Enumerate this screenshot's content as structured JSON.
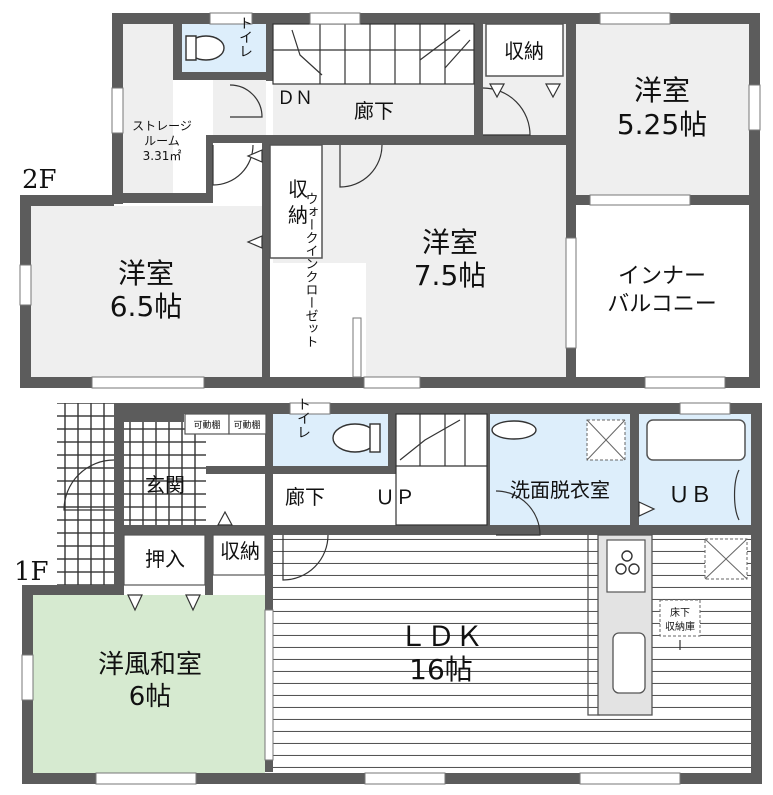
{
  "floors": {
    "second": {
      "label": "2F"
    },
    "first": {
      "label": "1F"
    }
  },
  "rooms_2f": {
    "toilet": "トイレ",
    "stairs_dn": "ＤＮ",
    "hallway": "廊下",
    "storage_top": "収納",
    "western_525": {
      "name": "洋室",
      "size": "5.25帖"
    },
    "storage_room": {
      "line1": "ストレージ",
      "line2": "ルーム",
      "line3": "3.31㎡"
    },
    "storage_mid_1": "収",
    "storage_mid_2": "納",
    "western_75": {
      "name": "洋室",
      "size": "7.5帖"
    },
    "western_65": {
      "name": "洋室",
      "size": "6.5帖"
    },
    "walkin_closet": "ウォークインクローゼット",
    "inner_balcony": {
      "line1": "インナー",
      "line2": "バルコニー"
    }
  },
  "rooms_1f": {
    "shelf_1": "可動棚",
    "shelf_2": "可動棚",
    "toilet": "トイレ",
    "entrance": "玄関",
    "hallway": "廊下",
    "stairs_up": "ＵＰ",
    "washroom": "洗面脱衣室",
    "bath": "ＵＢ",
    "oshiire": "押入",
    "storage": "収納",
    "ldk": {
      "name": "ＬＤＫ",
      "size": "16帖"
    },
    "underfloor": {
      "line1": "床下",
      "line2": "収納庫"
    },
    "japanese_western": {
      "name": "洋風和室",
      "size": "6帖"
    }
  },
  "colors": {
    "wall": "#5c5c5c",
    "room_2f": "#efefef",
    "wet_area": "#ddeefb",
    "japanese_room": "#d6ead0",
    "kitchen_counter": "#e3e3e3",
    "line": "#555555"
  }
}
